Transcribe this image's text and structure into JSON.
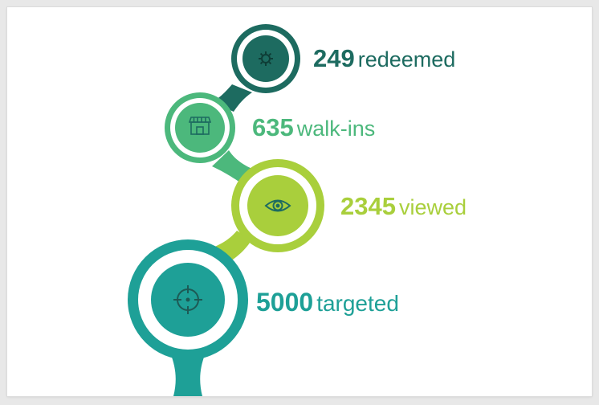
{
  "stages": [
    {
      "key": "redeemed",
      "value": "249",
      "label": "redeemed",
      "icon": "gear-icon",
      "color": "#1d6b60"
    },
    {
      "key": "walkins",
      "value": "635",
      "label": "walk-ins",
      "icon": "storefront-icon",
      "color": "#4cb87c"
    },
    {
      "key": "viewed",
      "value": "2345",
      "label": "viewed",
      "icon": "eye-icon",
      "color": "#a9cf3c"
    },
    {
      "key": "targeted",
      "value": "5000",
      "label": "targeted",
      "icon": "crosshair-icon",
      "color": "#1ea097"
    }
  ],
  "colors": {
    "background": "#ffffff",
    "redeemed": "#1d6b60",
    "walkins": "#4cb87c",
    "viewed": "#a9cf3c",
    "targeted": "#1ea097",
    "icon_stroke": "#1d6b60"
  }
}
